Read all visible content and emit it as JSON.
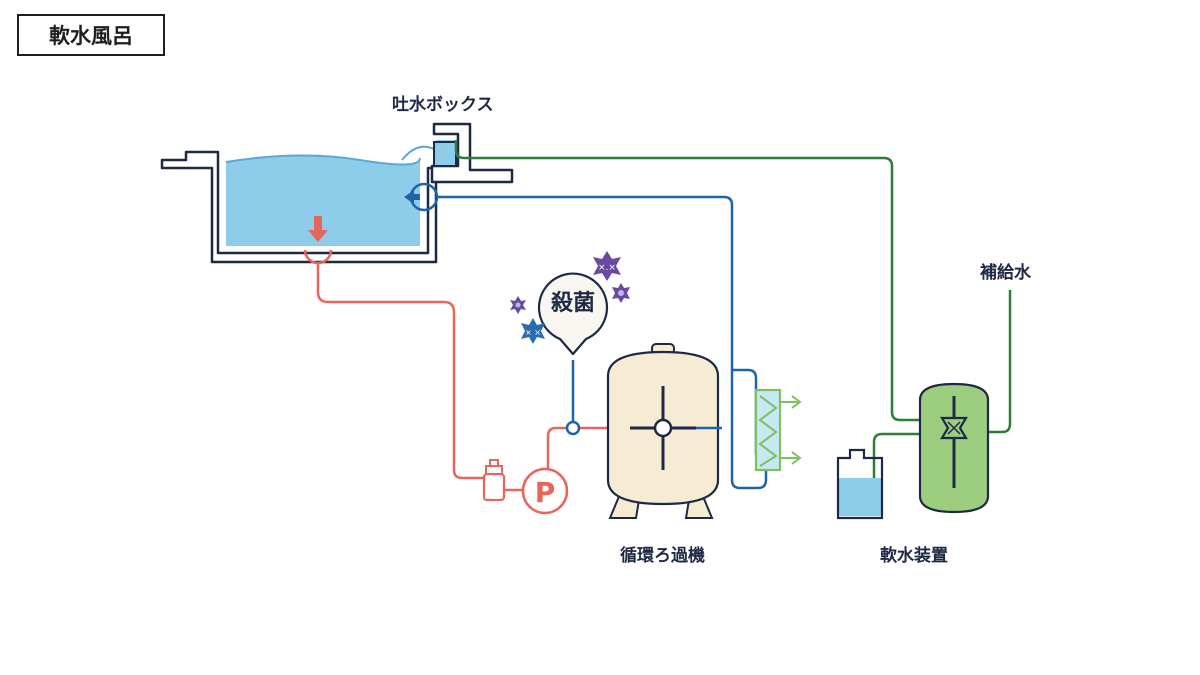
{
  "title": "軟水風呂",
  "labels": {
    "outlet_box": "吐水ボックス",
    "sterilization": "殺菌",
    "circulation_filter": "循環ろ過機",
    "softener": "軟水装置",
    "makeup_water": "補給水",
    "pump": "P"
  },
  "colors": {
    "outline": "#1e2a45",
    "water": "#8ecdea",
    "pipe_return": "#e8655a",
    "pipe_supply": "#1f63a8",
    "pipe_soft": "#2e7d3a",
    "filter_body": "#f6ecd3",
    "softener_body": "#9dcd7f",
    "heater": "#7cc15a",
    "bacteria_purple": "#6a4aa0",
    "bacteria_blue": "#2b6cb0"
  },
  "icons": [
    "water-inflow-arrow-icon",
    "drain-arrow-icon",
    "bacteria-icon",
    "pump-icon",
    "strainer-icon",
    "heater-coil-icon"
  ]
}
